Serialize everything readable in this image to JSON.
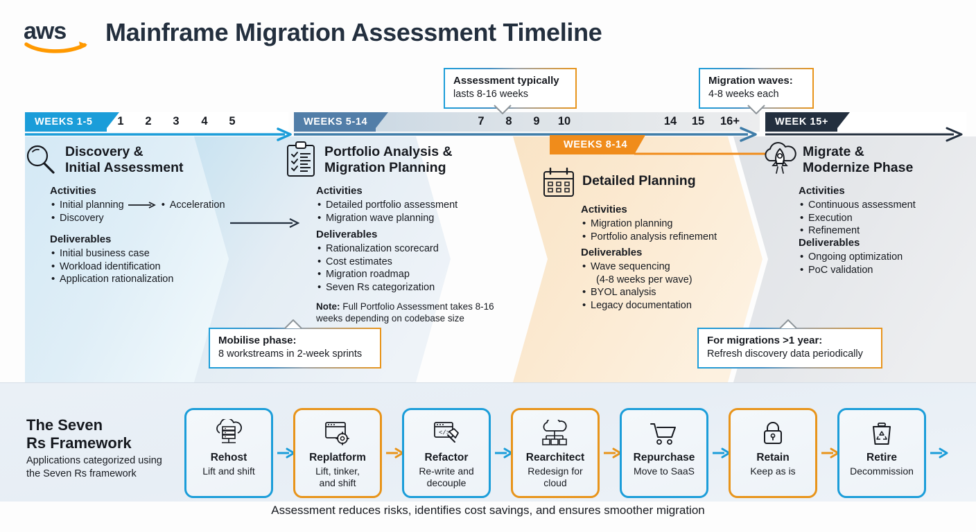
{
  "header": {
    "logo": "aws-logo",
    "title": "Mainframe Migration Assessment Timeline"
  },
  "callouts": {
    "assessment": {
      "title": "Assessment typically",
      "sub": "lasts 8-16 weeks"
    },
    "waves": {
      "title": "Migration waves:",
      "sub": "4-8 weeks each"
    },
    "mobilise": {
      "title": "Mobilise phase:",
      "sub": "8 workstreams in 2-week sprints"
    },
    "refresh": {
      "title": "For migrations >1 year:",
      "sub": "Refresh discovery data periodically"
    }
  },
  "timeline": {
    "ticks_left": [
      "1",
      "2",
      "3",
      "4",
      "5"
    ],
    "ticks_mid": [
      "7",
      "8",
      "9",
      "10"
    ],
    "ticks_right": [
      "14",
      "15",
      "16+"
    ]
  },
  "phases": [
    {
      "id": "discovery",
      "badge": "WEEKS 1-5",
      "icon": "magnifier-icon",
      "title_l1": "Discovery &",
      "title_l2": "Initial Assessment",
      "activities_label": "Activities",
      "activities": [
        "Initial planning",
        "Discovery"
      ],
      "activities_extra": "Acceleration",
      "deliverables_label": "Deliverables",
      "deliverables": [
        "Initial business case",
        "Workload identification",
        "Application rationalization"
      ],
      "accent": "#1b9dd9"
    },
    {
      "id": "portfolio",
      "badge": "WEEKS 5-14",
      "icon": "clipboard-checklist-icon",
      "title_l1": "Portfolio Analysis &",
      "title_l2": "Migration Planning",
      "activities_label": "Activities",
      "activities": [
        "Detailed portfolio assessment",
        "Migration wave planning"
      ],
      "deliverables_label": "Deliverables",
      "deliverables": [
        "Rationalization scorecard",
        "Cost estimates",
        "Migration roadmap",
        "Seven Rs categorization"
      ],
      "note_label": "Note:",
      "note_text": " Full Portfolio Assessment takes 8-16 weeks depending on codebase size",
      "accent": "#527ea8"
    },
    {
      "id": "detailed",
      "badge": "WEEKS 8-14",
      "icon": "calendar-icon",
      "title_l1": "Detailed Planning",
      "title_l2": "",
      "activities_label": "Activities",
      "activities": [
        "Migration planning",
        "Portfolio analysis refinement"
      ],
      "deliverables_label": "Deliverables",
      "deliverables": [
        "Wave sequencing",
        "(4-8 weeks per wave)",
        "BYOL analysis",
        "Legacy documentation"
      ],
      "accent": "#f08c1b"
    },
    {
      "id": "migrate",
      "badge": "WEEK 15+",
      "icon": "rocket-cloud-icon",
      "title_l1": "Migrate &",
      "title_l2": "Modernize Phase",
      "activities_label": "Activities",
      "activities": [
        "Continuous assessment",
        "Execution",
        "Refinement"
      ],
      "deliverables_label": "Deliverables",
      "deliverables": [
        "Ongoing optimization",
        "PoC validation"
      ],
      "accent": "#232f3e"
    }
  ],
  "seven_rs": {
    "title_l1": "The Seven",
    "title_l2": "Rs Framework",
    "sub_l1": "Applications categorized using",
    "sub_l2": "the Seven Rs framework",
    "cards": [
      {
        "name": "Rehost",
        "desc_l1": "Lift and shift",
        "desc_l2": "",
        "icon": "cloud-server-icon",
        "color": "#1b9dd9"
      },
      {
        "name": "Replatform",
        "desc_l1": "Lift, tinker,",
        "desc_l2": "and shift",
        "icon": "window-gear-icon",
        "color": "#e8941a"
      },
      {
        "name": "Refactor",
        "desc_l1": "Re-write and",
        "desc_l2": "decouple",
        "icon": "code-hammer-icon",
        "color": "#1b9dd9"
      },
      {
        "name": "Rearchitect",
        "desc_l1": "Redesign for",
        "desc_l2": "cloud",
        "icon": "cloud-hierarchy-icon",
        "color": "#e8941a"
      },
      {
        "name": "Repurchase",
        "desc_l1": "Move to SaaS",
        "desc_l2": "",
        "icon": "shopping-cart-icon",
        "color": "#1b9dd9"
      },
      {
        "name": "Retain",
        "desc_l1": "Keep as is",
        "desc_l2": "",
        "icon": "padlock-icon",
        "color": "#e8941a"
      },
      {
        "name": "Retire",
        "desc_l1": "Decommission",
        "desc_l2": "",
        "icon": "trash-recycle-icon",
        "color": "#1b9dd9"
      }
    ]
  },
  "footer": {
    "note": "Assessment reduces risks, identifies cost savings, and ensures smoother migration"
  },
  "colors": {
    "aws_orange": "#ff9900",
    "aws_navy": "#232f3e",
    "blue": "#1b9dd9",
    "steel": "#527ea8",
    "orange": "#f08c1b"
  }
}
